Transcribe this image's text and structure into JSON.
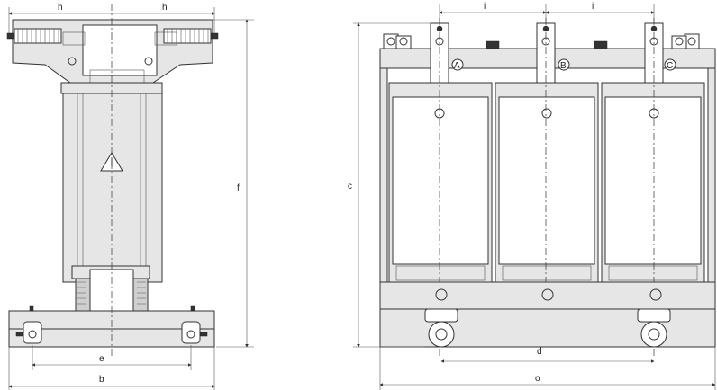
{
  "dimensions": {
    "h": "h",
    "e": "e",
    "b": "b",
    "f": "f",
    "i": "i",
    "c": "c",
    "d": "d",
    "o": "o"
  },
  "phase_markers": [
    "A",
    "B",
    "C"
  ],
  "colors": {
    "line": "#333333",
    "fill": "#e6e6e6",
    "background": "#ffffff"
  }
}
